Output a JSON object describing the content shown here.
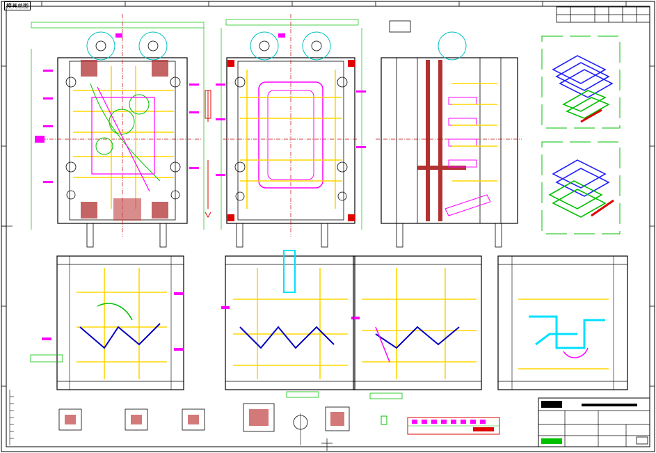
{
  "sheet": {
    "header_label": "模具总图",
    "colors": {
      "border": "#000000",
      "plate": "#000000",
      "dimension": "#00c000",
      "centerline": "#c00000",
      "label": "#ff00ff",
      "water": "#ffd700",
      "core": "#0000c0",
      "ejector": "#00e0ff"
    }
  },
  "views": [
    {
      "name": "top-plan-view-fixed-half"
    },
    {
      "name": "top-plan-view-moving-half"
    },
    {
      "name": "side-section-view"
    },
    {
      "name": "cooling-3d-view-upper"
    },
    {
      "name": "cooling-3d-view-lower"
    },
    {
      "name": "section-view-a"
    },
    {
      "name": "section-view-b"
    },
    {
      "name": "section-view-c"
    },
    {
      "name": "section-view-d"
    }
  ],
  "title_block": {
    "caption_small": "",
    "revision_top": ""
  }
}
